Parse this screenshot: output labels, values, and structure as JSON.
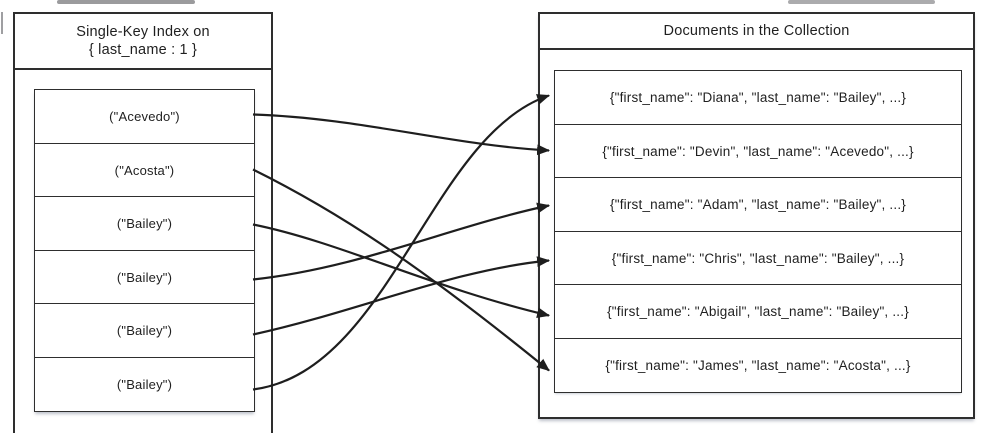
{
  "index_panel": {
    "title_line1": "Single-Key Index on",
    "title_line2": "{ last_name : 1 }",
    "entries": [
      "(\"Acevedo\")",
      "(\"Acosta\")",
      "(\"Bailey\")",
      "(\"Bailey\")",
      "(\"Bailey\")",
      "(\"Bailey\")"
    ]
  },
  "documents_panel": {
    "title": "Documents in the Collection",
    "documents": [
      "{\"first_name\": \"Diana\", \"last_name\": \"Bailey\", ...}",
      "{\"first_name\": \"Devin\", \"last_name\": \"Acevedo\", ...}",
      "{\"first_name\": \"Adam\", \"last_name\": \"Bailey\", ...}",
      "{\"first_name\": \"Chris\", \"last_name\": \"Bailey\", ...}",
      "{\"first_name\": \"Abigail\", \"last_name\": \"Bailey\", ...}",
      "{\"first_name\": \"James\", \"last_name\": \"Acosta\", ...}"
    ]
  },
  "mappings": [
    {
      "from": 0,
      "to": 1
    },
    {
      "from": 1,
      "to": 5
    },
    {
      "from": 2,
      "to": 4
    },
    {
      "from": 3,
      "to": 2
    },
    {
      "from": 4,
      "to": 3
    },
    {
      "from": 5,
      "to": 0
    }
  ],
  "colors": {
    "ink": "#1f1f1f",
    "border": "#2e2e2e",
    "arrow": "#1e1e1e",
    "background": "#ffffff"
  }
}
